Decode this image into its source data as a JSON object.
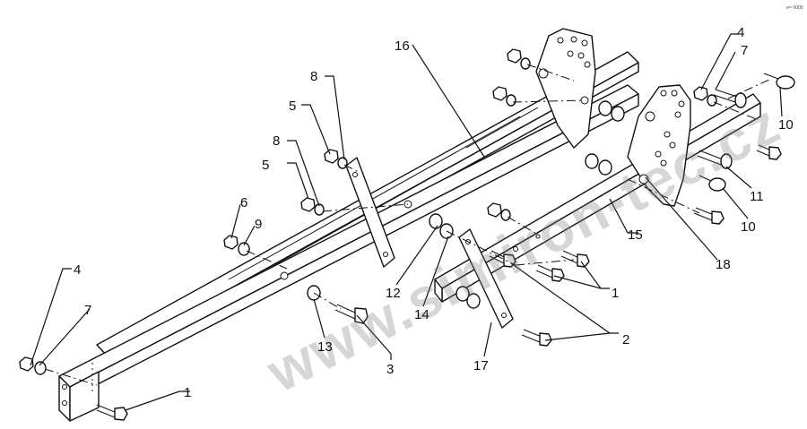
{
  "watermark": "www.simiron-tec.cz",
  "corner_code": "e³¹ 0000",
  "labels": {
    "p1a": "1",
    "p1b": "1",
    "p2": "2",
    "p3": "3",
    "p4a": "4",
    "p4b": "4",
    "p5a": "5",
    "p5b": "5",
    "p6": "6",
    "p7a": "7",
    "p7b": "7",
    "p8a": "8",
    "p8b": "8",
    "p9": "9",
    "p10a": "10",
    "p10b": "10",
    "p11": "11",
    "p12": "12",
    "p13": "13",
    "p14": "14",
    "p15": "15",
    "p16": "16",
    "p17": "17",
    "p18": "18"
  }
}
